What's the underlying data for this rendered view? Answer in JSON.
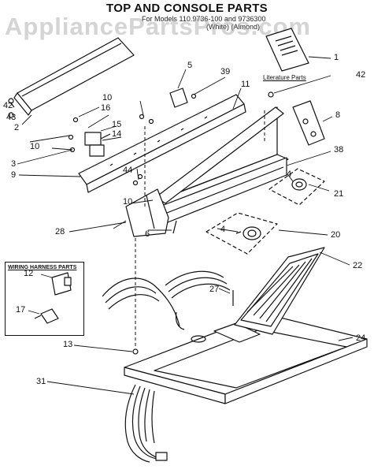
{
  "title": "TOP AND CONSOLE PARTS",
  "subtitle_line1": "For Models 110.9736-100 and 9736300",
  "subtitle_line2": "(White)   (Almond)",
  "watermark": "AppliancePartsPros.com",
  "literature_label": "Literature Parts",
  "wiring_harness_label": "WIRING HARNESS PARTS",
  "callouts": {
    "c1": "1",
    "c2": "2",
    "c3": "3",
    "c4a": "4",
    "c4b": "4",
    "c5": "5",
    "c6": "6",
    "c8": "8",
    "c9": "9",
    "c10a": "10",
    "c10b": "10",
    "c10c": "10",
    "c11": "11",
    "c12": "12",
    "c13": "13",
    "c14": "14",
    "c15": "15",
    "c16": "16",
    "c17": "17",
    "c20": "20",
    "c21": "21",
    "c22": "22",
    "c24": "24",
    "c27": "27",
    "c28": "28",
    "c31": "31",
    "c38": "38",
    "c39": "39",
    "c42a": "42",
    "c42b": "42",
    "c43": "43",
    "c44": "44"
  },
  "colors": {
    "line": "#111111",
    "watermark": "#a0a0a0",
    "background": "#ffffff"
  }
}
